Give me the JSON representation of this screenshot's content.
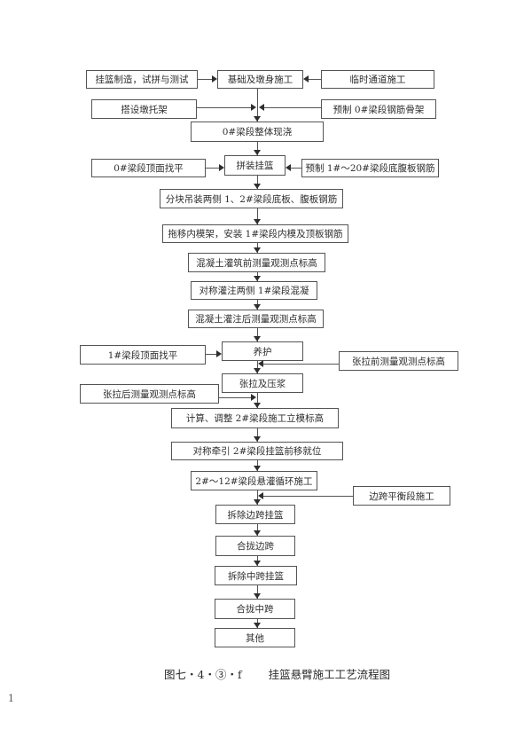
{
  "page": {
    "number": "1",
    "caption": {
      "figure_no": "图七・4・③・f",
      "title": "挂篮悬臂施工工艺流程图"
    }
  },
  "colors": {
    "background": "#ffffff",
    "line": "#545454",
    "text": "#2e2e2e"
  },
  "flow": {
    "boxes": [
      {
        "id": "basket-manufacture",
        "label": "挂篮制造，试拼与测试"
      },
      {
        "id": "foundation-pier",
        "label": "基础及墩身施工"
      },
      {
        "id": "temporary-passage",
        "label": "临时通道施工"
      },
      {
        "id": "pier-bracket",
        "label": "搭设墩托架"
      },
      {
        "id": "prefab-0-rebar",
        "label": "预制 0#梁段钢筋骨架"
      },
      {
        "id": "segment0-cast",
        "label": "0#梁段整体现浇"
      },
      {
        "id": "segment0-leveling",
        "label": "0#梁段顶面找平"
      },
      {
        "id": "assemble-basket",
        "label": "拼装挂篮"
      },
      {
        "id": "prefab-1-20-rebar",
        "label": "预制 1#～20#梁段底腹板钢筋"
      },
      {
        "id": "block-hoisting",
        "label": "分块吊装两侧 1、2#梁段底板、腹板钢筋"
      },
      {
        "id": "inner-form-install",
        "label": "拖移内模架，安装 1#梁段内模及顶板钢筋"
      },
      {
        "id": "survey-before-pour",
        "label": "混凝土灌筑前测量观测点标高"
      },
      {
        "id": "symmetric-pour",
        "label": "对称灌注两侧 1#梁段混凝"
      },
      {
        "id": "survey-after-pour",
        "label": "混凝土灌注后测量观测点标高"
      },
      {
        "id": "segment1-leveling",
        "label": "1#梁段顶面找平"
      },
      {
        "id": "curing",
        "label": "养护"
      },
      {
        "id": "survey-before-tension",
        "label": "张拉前测量观测点标高"
      },
      {
        "id": "tension-grouting",
        "label": "张拉及压浆"
      },
      {
        "id": "survey-after-tension",
        "label": "张拉后测量观测点标高"
      },
      {
        "id": "calc-adjust-formwork",
        "label": "计算、调整 2#梁段施工立模标高"
      },
      {
        "id": "traction-move-basket",
        "label": "对称牵引 2#梁段挂篮前移就位"
      },
      {
        "id": "cantilever-cycle",
        "label": "2#～12#梁段悬灌循环施工"
      },
      {
        "id": "side-span-balance",
        "label": "边跨平衡段施工"
      },
      {
        "id": "remove-side-basket",
        "label": "拆除边跨挂篮"
      },
      {
        "id": "close-side-span",
        "label": "合拢边跨"
      },
      {
        "id": "remove-mid-basket",
        "label": "拆除中跨挂篮"
      },
      {
        "id": "close-mid-span",
        "label": "合拢中跨"
      },
      {
        "id": "others",
        "label": "其他"
      }
    ]
  }
}
